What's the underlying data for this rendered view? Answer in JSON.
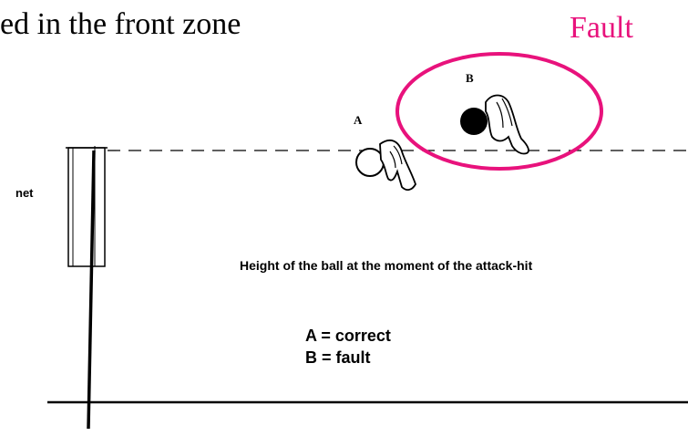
{
  "heading": "ed in the front zone",
  "fault_label": "Fault",
  "net_label": "net",
  "ball_a_letter": "A",
  "ball_b_letter": "B",
  "caption": "Height of the ball at the moment of the attack-hit",
  "legend": {
    "line_a": "A = correct",
    "line_b": "B = fault"
  },
  "colors": {
    "highlight": "#e8127c",
    "ink": "#000000"
  }
}
